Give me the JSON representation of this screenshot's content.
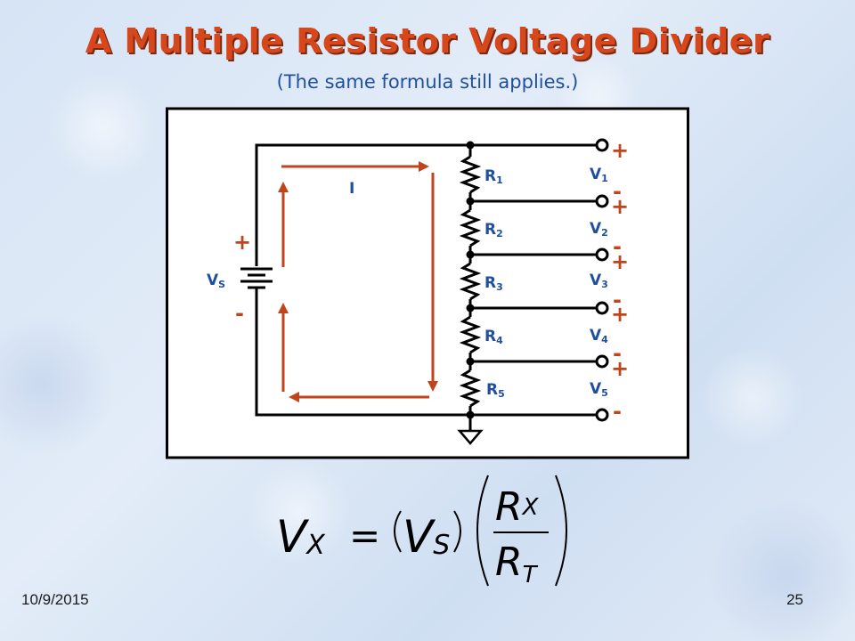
{
  "slide": {
    "title": "A Multiple Resistor Voltage Divider",
    "subtitle": "(The same formula still applies.)",
    "date": "10/9/2015",
    "page_number": "25"
  },
  "circuit": {
    "source_label_main": "V",
    "source_label_sub": "S",
    "source_plus": "+",
    "source_minus": "-",
    "current_label": "I",
    "resistors": [
      {
        "main": "R",
        "sub": "1"
      },
      {
        "main": "R",
        "sub": "2"
      },
      {
        "main": "R",
        "sub": "3"
      },
      {
        "main": "R",
        "sub": "4"
      },
      {
        "main": "R",
        "sub": "5"
      }
    ],
    "outputs": [
      {
        "main": "V",
        "sub": "1",
        "plus": "+",
        "minus": "-"
      },
      {
        "main": "V",
        "sub": "2",
        "plus": "+",
        "minus": "-"
      },
      {
        "main": "V",
        "sub": "3",
        "plus": "+",
        "minus": "-"
      },
      {
        "main": "V",
        "sub": "4",
        "plus": "+",
        "minus": "-"
      },
      {
        "main": "V",
        "sub": "5",
        "plus": "+",
        "minus": "-"
      }
    ],
    "colors": {
      "wire": "#000000",
      "arrow": "#c0441c",
      "label": "#1f4f9e",
      "polarity": "#c0441c",
      "panel": "#ffffff"
    }
  },
  "formula": {
    "lhs_main": "V",
    "lhs_sub": "X",
    "equals": "=",
    "vs_main": "V",
    "vs_sub": "S",
    "num_main": "R",
    "num_sub": "X",
    "den_main": "R",
    "den_sub": "T"
  }
}
